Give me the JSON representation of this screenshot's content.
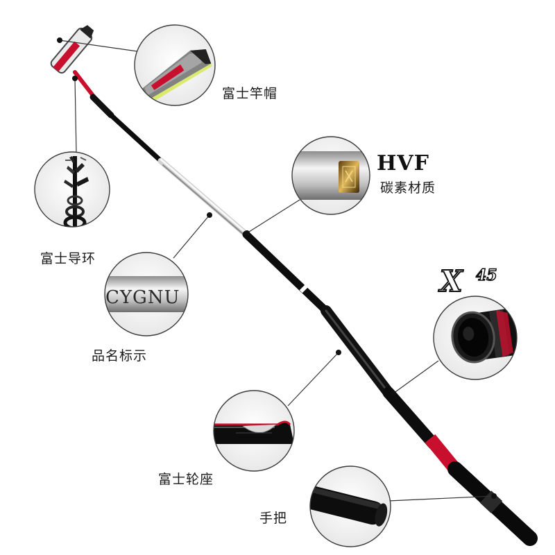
{
  "labels": {
    "tip_cap": "富士竿帽",
    "guide_ring": "富士导环",
    "hvf_word": "HVF",
    "hvf_sub": "碳素材质",
    "product_name": "品名标示",
    "reel_seat": "富士轮座",
    "handle": "手把",
    "x45_main": "X",
    "x45_sub": "45"
  },
  "magnifier_texts": {
    "rod_name": "CYGNU"
  },
  "colors": {
    "rod_black": "#0d0d0d",
    "rod_silver": "#c9c9c9",
    "rod_red": "#c8102e",
    "leader_line": "#333333",
    "circle_border": "#3a3a3a",
    "badge_gold": "#c9a24a"
  }
}
